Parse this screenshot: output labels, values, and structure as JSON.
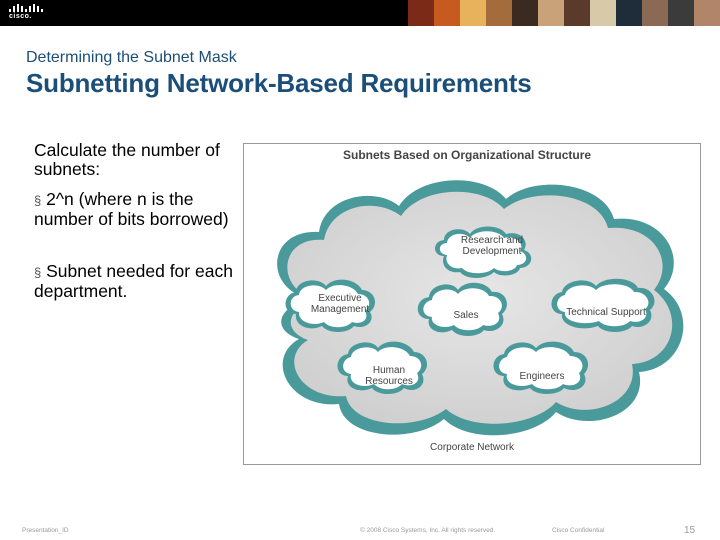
{
  "header": {
    "logo_text": "cisco.",
    "photo_colors": [
      "#7a2a16",
      "#c65a1f",
      "#e8b25d",
      "#a46c3a",
      "#3a2a20",
      "#c9a27a",
      "#5a3a2a",
      "#d8c9a8",
      "#1f2d3a",
      "#8a6a55",
      "#3b3b3b",
      "#b0856a"
    ]
  },
  "slide": {
    "subtitle": "Determining the Subnet  Mask",
    "title": "Subnetting Network-Based Requirements",
    "para1": "Calculate the number of subnets:",
    "bullet1": "2^n (where n is the number of bits borrowed)",
    "bullet2": "Subnet needed for each department.",
    "bullet_icon": "square-bullet-icon"
  },
  "figure": {
    "title": "Subnets Based on Organizational Structure",
    "bubbles": {
      "research": [
        "Research and",
        "Development"
      ],
      "executive": [
        "Executive",
        "Management"
      ],
      "sales": [
        "Sales"
      ],
      "technical": [
        "Technical Support"
      ],
      "human": [
        "Human",
        "Resources"
      ],
      "engineers": [
        "Engineers"
      ]
    },
    "cloud_label": "Corporate Network",
    "colors": {
      "cloud_border": "#4a9a9c",
      "cloud_fill": "#dcdcdc",
      "bubble_fill": "#ffffff"
    }
  },
  "footer": {
    "left": "Presentation_ID",
    "center": "© 2008 Cisco Systems, Inc. All rights reserved.",
    "right": "Cisco Confidential",
    "page": "15"
  }
}
